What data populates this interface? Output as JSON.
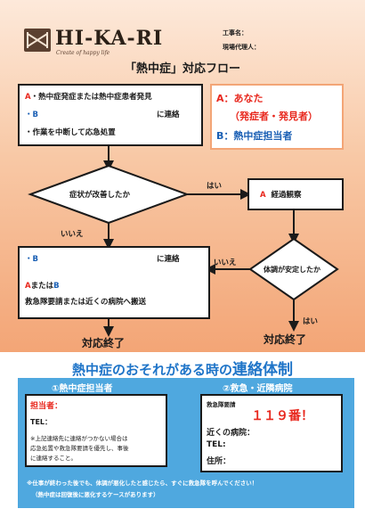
{
  "header": {
    "logo_text": "HI-KA-RI",
    "logo_tagline": "Create of happy life",
    "construction_name_label": "工事名：",
    "site_agent_label": "現場代理人：",
    "colors": {
      "logo": "#5b4030"
    }
  },
  "title": "「熱中症」対応フロー",
  "legend": {
    "a_line": "A：あなた",
    "a_sub": "（発症者・発見者）",
    "b_line": "B：熱中症担当者",
    "colors": {
      "a": "#e8281e",
      "b": "#1a5fb4",
      "border": "#f3a576"
    }
  },
  "flow": {
    "start": {
      "line1_prefix": "A",
      "line1_text": "・熱中症発症または熱中症患者発見",
      "line2_prefix": "・B",
      "line2_text": "に連絡",
      "line3_text": "・作業を中断して応急処置"
    },
    "decision1": "症状が改善したか",
    "yes1": "はい",
    "no1": "いいえ",
    "observe": {
      "prefix": "A",
      "text": "経過観察"
    },
    "decision2": "体調が安定したか",
    "no2": "いいえ",
    "yes2": "はい",
    "emergency": {
      "line1_prefix": "・B",
      "line1_text": "に連絡",
      "line2_a": "A",
      "line2_mid": "または",
      "line2_b": "B",
      "line3_text": "救急隊要請または近くの病院へ搬送"
    },
    "end_left": "対応終了",
    "end_right": "対応終了"
  },
  "contact": {
    "title_part1": "熱中症のおそれがある時の",
    "title_part2": "連絡体制",
    "col1_head": "①熱中症担当者",
    "col2_head": "②救急・近隣病院",
    "card1": {
      "person_label": "担当者：",
      "tel_label": "TEL：",
      "note_line1": "※上記連絡先に連絡がつかない場合は",
      "note_line2": "応急処置や救急隊要請を優先し、事後",
      "note_line3": "に連絡すること。"
    },
    "card2": {
      "request_label": "救急隊要請",
      "number": "１１９番！",
      "hospital_label": "近くの病院：",
      "tel_label": "TEL:",
      "address_label": "住所："
    },
    "notice_line1": "※仕事が終わった後でも、体調が悪化したと感じたら、すぐに救急隊を呼んでください！",
    "notice_line2": "（熱中症は回復後に悪化するケースがあります）",
    "colors": {
      "band": "#4fa8df",
      "title": "#1e74c8",
      "number": "#e8281e"
    }
  }
}
